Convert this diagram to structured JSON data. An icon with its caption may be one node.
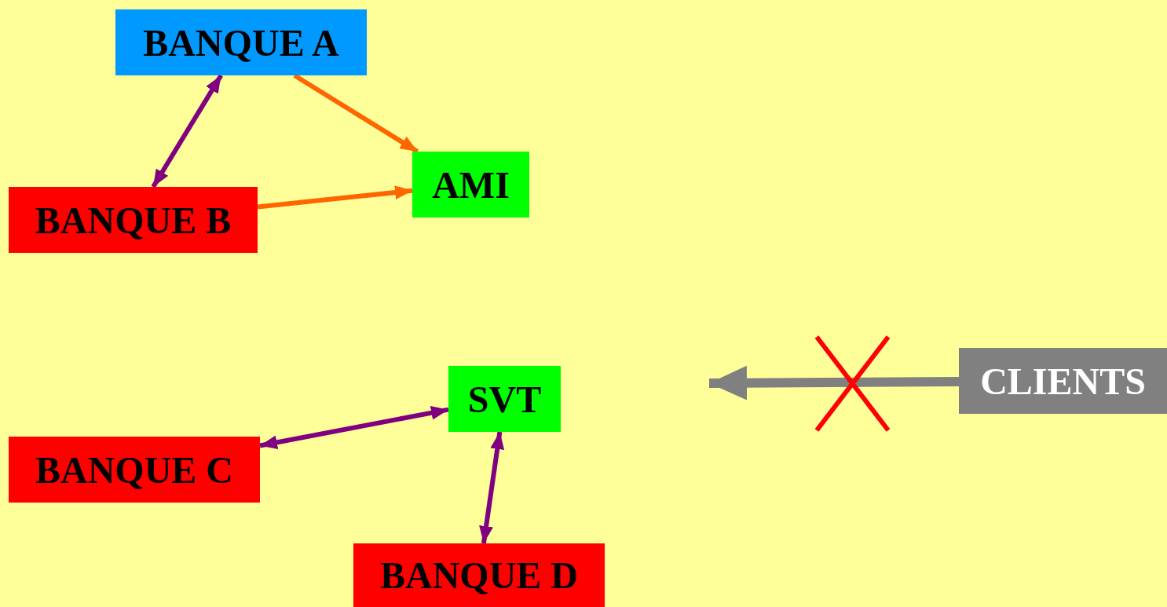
{
  "diagram": {
    "nodes": [
      {
        "text": [
          "BANQUE A"
        ]
      },
      {
        "text": [
          "BANQUE B"
        ]
      },
      {
        "text": [
          "AMI"
        ]
      },
      {
        "text": [
          "SVT"
        ]
      },
      {
        "text": [
          "BANQUE C"
        ]
      },
      {
        "text": [
          "BANQUE D"
        ]
      },
      {
        "text": [
          "CLIENTS"
        ]
      }
    ],
    "edges": [
      {
        "from": 0,
        "to": 2,
        "arrow": "to",
        "color": "#ff6600"
      },
      {
        "from": 1,
        "to": 0,
        "arrow": "both",
        "color": "#800080"
      },
      {
        "from": 1,
        "to": 2,
        "arrow": "to",
        "color": "#ff6600"
      },
      {
        "from": 3,
        "to": 4,
        "arrow": "both",
        "color": "#800080"
      },
      {
        "from": 3,
        "to": 5,
        "arrow": "both",
        "color": "#800080"
      },
      {
        "from": 6,
        "to": null,
        "arrow": "to",
        "style": "thick",
        "color": "#808080"
      }
    ]
  }
}
